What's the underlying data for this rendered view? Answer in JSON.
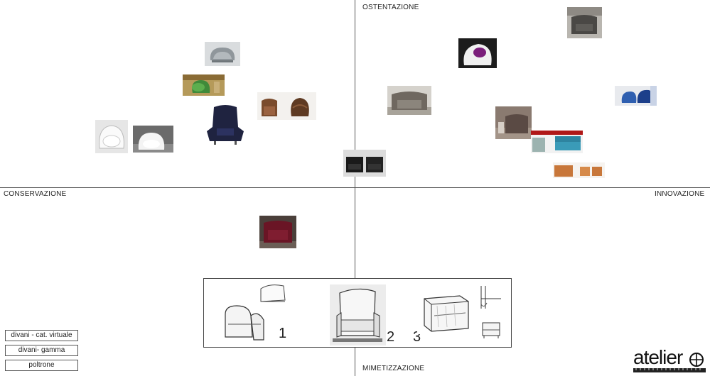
{
  "axes": {
    "top": "OSTENTAZIONE",
    "bottom": "MIMETIZZAZIONE",
    "left": "CONSERVAZIONE",
    "right": "INNOVAZIONE"
  },
  "sketches": {
    "num1": "1",
    "num2": "2",
    "num3": "3"
  },
  "legend": {
    "item1": "divani - cat. virtuale",
    "item2": "divani- gamma",
    "item3": "poltrone"
  },
  "logo": {
    "text": "atelier"
  },
  "colors": {
    "axis": "#555555",
    "burgundy": "#6a1525",
    "teal": "#3a9bb8",
    "orange": "#c8773a",
    "navy": "#1f2340"
  }
}
